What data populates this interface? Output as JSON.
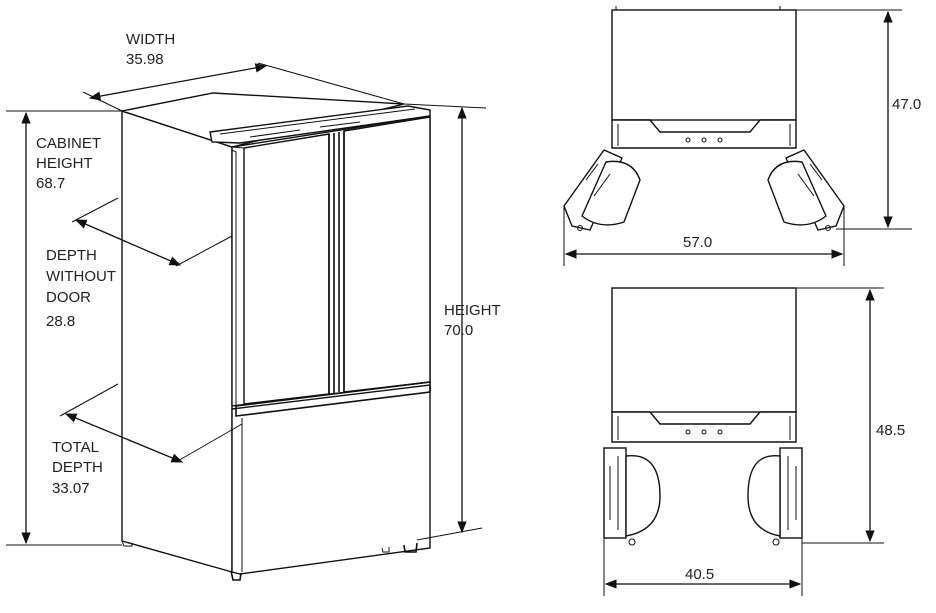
{
  "perspective": {
    "width": {
      "label": "WIDTH",
      "value": "35.98"
    },
    "cabinet_height": {
      "label_line1": "CABINET",
      "label_line2": "HEIGHT",
      "value": "68.7"
    },
    "depth_without_door": {
      "label_line1": "DEPTH",
      "label_line2": "WITHOUT",
      "label_line3": "DOOR",
      "value": "28.8"
    },
    "total_depth": {
      "label_line1": "TOTAL",
      "label_line2": "DEPTH",
      "value": "33.07"
    },
    "height": {
      "label": "HEIGHT",
      "value": "70.0"
    }
  },
  "top_view_doors_open": {
    "depth_value": "47.0",
    "width_value": "57.0"
  },
  "top_view_doors_90": {
    "depth_value": "48.5",
    "width_value": "40.5"
  }
}
